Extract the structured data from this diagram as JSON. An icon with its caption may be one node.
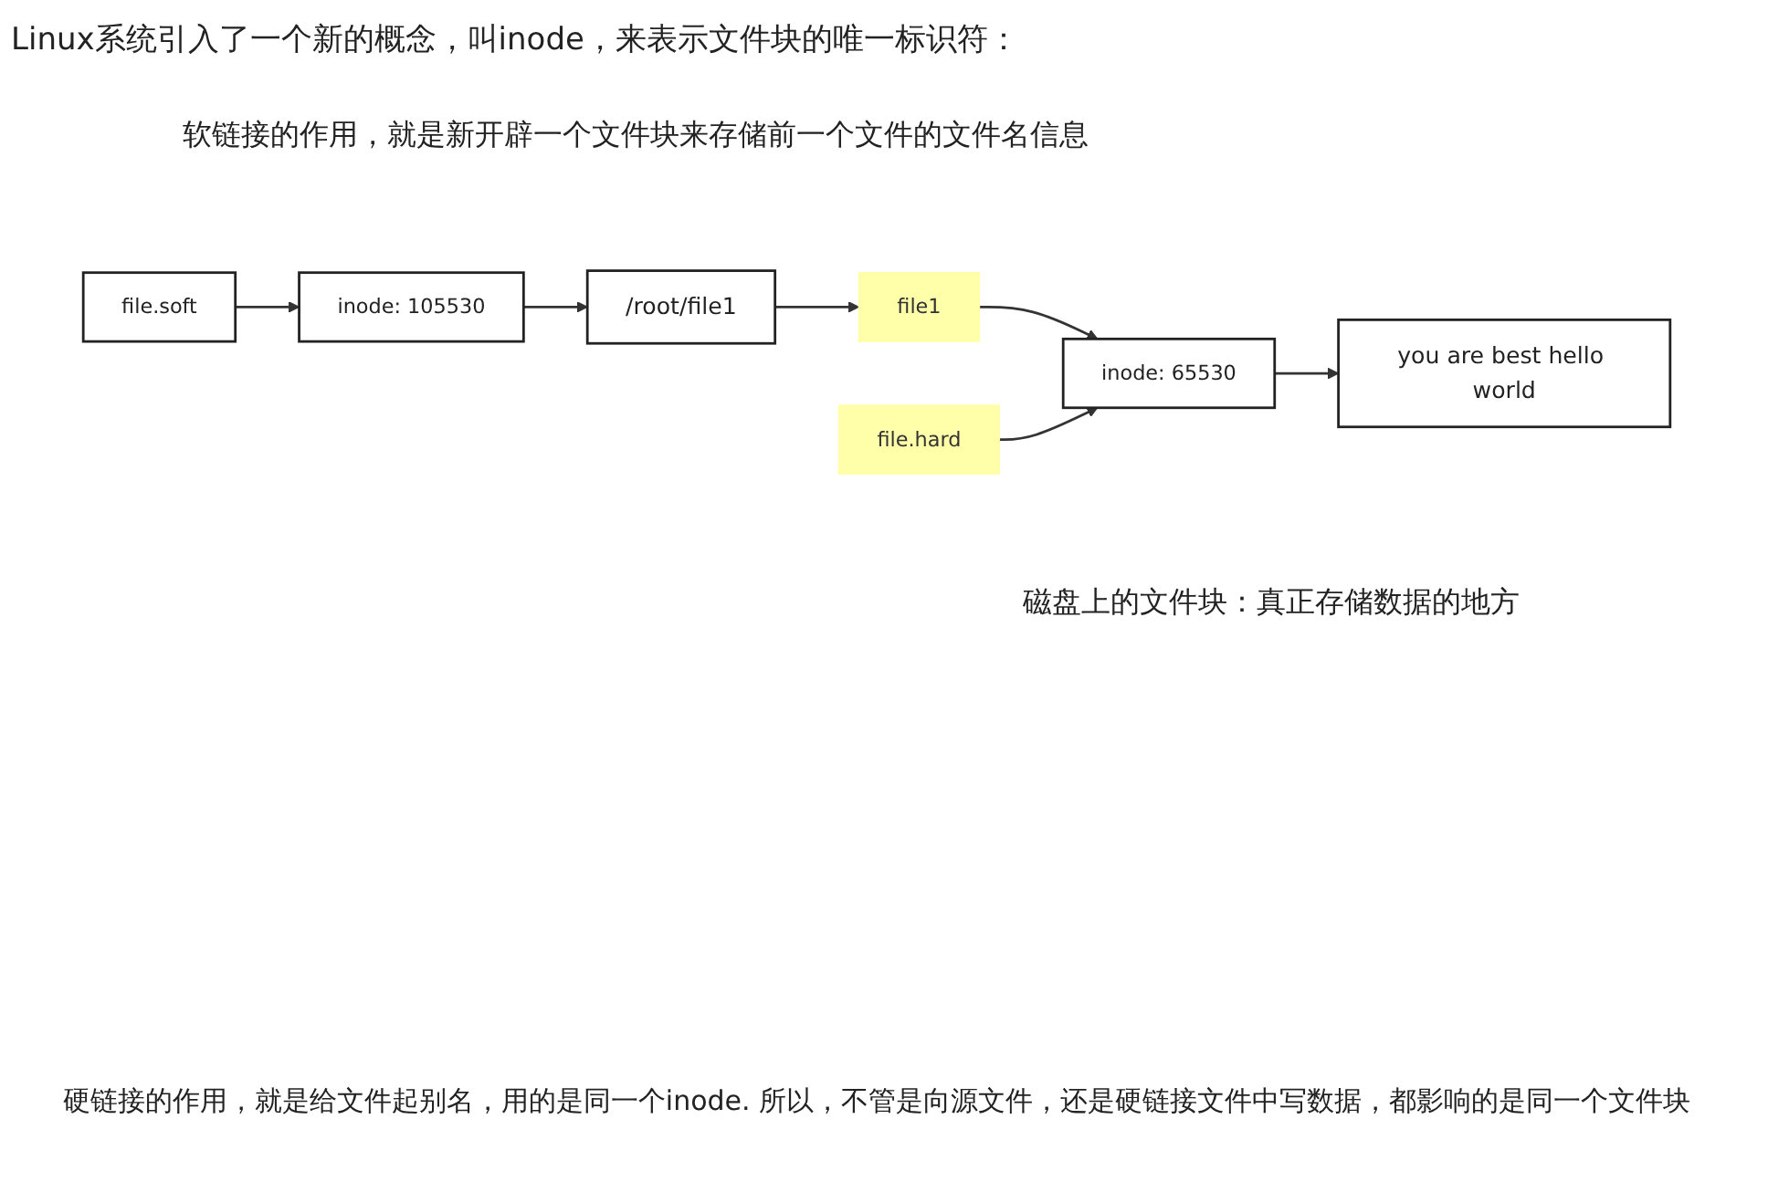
{
  "diagram": {
    "title": "Linux系统引入了一个新的概念，叫inode，来表示文件块的唯一标识符：",
    "nodes": [
      {
        "text": [
          "file.soft"
        ]
      },
      {
        "text": [
          "inode: 105530"
        ]
      },
      {
        "text": [
          "/root/file1"
        ]
      },
      {
        "text": [
          "file1"
        ]
      },
      {
        "text": [
          "file.hard"
        ]
      },
      {
        "text": [
          "inode: 65530"
        ]
      },
      {
        "text": [
          "you are best hello world"
        ]
      }
    ],
    "edges": [
      {
        "from": 0,
        "to": 1,
        "arrow": "to"
      },
      {
        "from": 1,
        "to": 2,
        "arrow": "to"
      },
      {
        "from": 2,
        "to": 3,
        "arrow": "to"
      },
      {
        "from": 3,
        "to": 5,
        "arrow": "to"
      },
      {
        "from": 4,
        "to": 5,
        "arrow": "to"
      },
      {
        "from": 5,
        "to": 6,
        "arrow": "to"
      }
    ],
    "labels": [
      "软链接的作用，就是新开辟一个文件块来存储前一个文件的文件名信息",
      "磁盘上的文件块：真正存储数据的地方",
      "硬链接的作用，就是给文件起别名，用的是同一个inode. 所以，不管是向源文件，还是硬链接文件中写数据，都影响的是同一个文件块"
    ]
  }
}
